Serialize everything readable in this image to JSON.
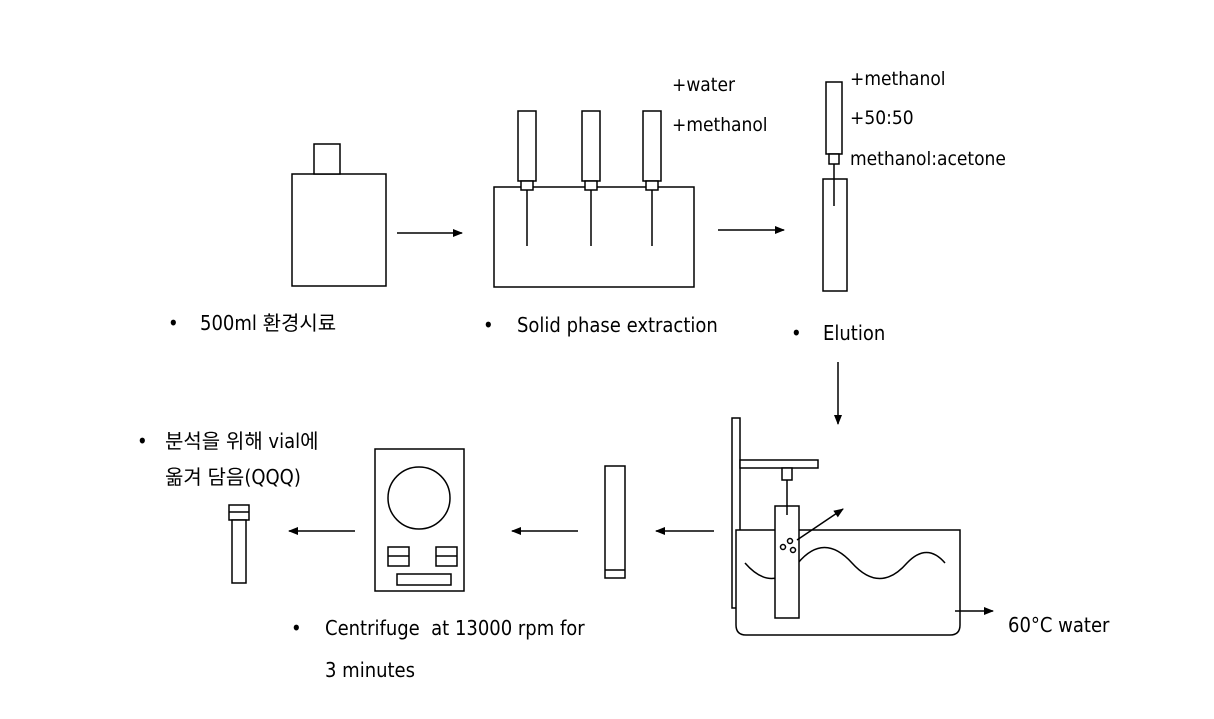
{
  "steps": {
    "sample": {
      "label": "500ml 환경시료"
    },
    "spe": {
      "label": "Solid phase extraction",
      "reagent_1": "+water",
      "reagent_2": "+methanol"
    },
    "elution": {
      "label": "Elution",
      "reagent_1": "+methanol",
      "reagent_2": "+50:50",
      "reagent_3": "methanol:acetone"
    },
    "water_bath": {
      "label": "60°C water"
    },
    "centrifuge": {
      "label_line_1": "Centrifuge  at 13000 rpm for",
      "label_line_2": "3 minutes"
    },
    "vial": {
      "label_line_1": "분석을 위해 vial에",
      "label_line_2": "옮겨 담음(QQQ)"
    }
  },
  "bullet": "•"
}
